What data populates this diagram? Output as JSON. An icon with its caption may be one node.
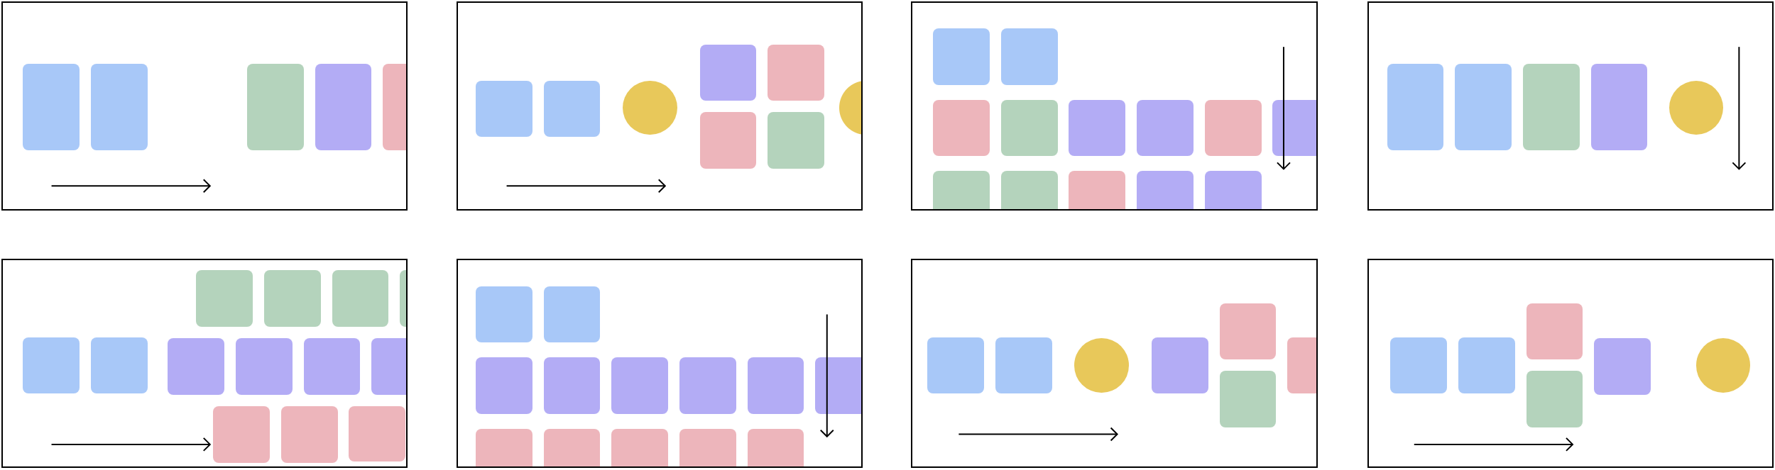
{
  "diagram": {
    "nodes": [
      {
        "text": [],
        "shape": "box"
      },
      {
        "text": [],
        "shape": "box",
        "in": 0
      },
      {
        "text": [],
        "shape": "box",
        "in": 0
      },
      {
        "text": [],
        "shape": "box",
        "in": 0
      },
      {
        "text": [],
        "shape": "box",
        "in": 0
      },
      {
        "text": [],
        "shape": "box",
        "in": 0
      },
      {
        "text": [],
        "shape": "box"
      },
      {
        "text": [],
        "shape": "box",
        "in": 6
      },
      {
        "text": [],
        "shape": "box",
        "in": 6
      },
      {
        "text": [],
        "shape": "circle",
        "in": 6
      },
      {
        "text": [],
        "shape": "box",
        "in": 6
      },
      {
        "text": [],
        "shape": "box",
        "in": 6
      },
      {
        "text": [],
        "shape": "box",
        "in": 6
      },
      {
        "text": [],
        "shape": "box",
        "in": 6
      },
      {
        "text": [],
        "shape": "circle",
        "in": 6
      },
      {
        "text": [],
        "shape": "box"
      },
      {
        "text": [],
        "shape": "box",
        "in": 15
      },
      {
        "text": [],
        "shape": "box",
        "in": 15
      },
      {
        "text": [],
        "shape": "box",
        "in": 15
      },
      {
        "text": [],
        "shape": "box",
        "in": 15
      },
      {
        "text": [],
        "shape": "box",
        "in": 15
      },
      {
        "text": [],
        "shape": "box",
        "in": 15
      },
      {
        "text": [],
        "shape": "box",
        "in": 15
      },
      {
        "text": [],
        "shape": "box",
        "in": 15
      },
      {
        "text": [],
        "shape": "box",
        "in": 15
      },
      {
        "text": [],
        "shape": "box",
        "in": 15
      },
      {
        "text": [],
        "shape": "box",
        "in": 15
      },
      {
        "text": [],
        "shape": "box",
        "in": 15
      },
      {
        "text": [],
        "shape": "box",
        "in": 15
      },
      {
        "text": [],
        "shape": "box"
      },
      {
        "text": [],
        "shape": "box",
        "in": 29
      },
      {
        "text": [],
        "shape": "box",
        "in": 29
      },
      {
        "text": [],
        "shape": "box",
        "in": 29
      },
      {
        "text": [],
        "shape": "box",
        "in": 29
      },
      {
        "text": [],
        "shape": "circle",
        "in": 29
      },
      {
        "text": [],
        "shape": "box"
      },
      {
        "text": [],
        "shape": "box",
        "in": 35
      },
      {
        "text": [],
        "shape": "box",
        "in": 35
      },
      {
        "text": [],
        "shape": "box",
        "in": 35
      },
      {
        "text": [],
        "shape": "box",
        "in": 35
      },
      {
        "text": [],
        "shape": "box",
        "in": 35
      },
      {
        "text": [],
        "shape": "box",
        "in": 35
      },
      {
        "text": [],
        "shape": "box",
        "in": 35
      },
      {
        "text": [],
        "shape": "box",
        "in": 35
      },
      {
        "text": [],
        "shape": "box",
        "in": 35
      },
      {
        "text": [],
        "shape": "box",
        "in": 35
      },
      {
        "text": [],
        "shape": "box",
        "in": 35
      },
      {
        "text": [],
        "shape": "box",
        "in": 35
      },
      {
        "text": [],
        "shape": "box",
        "in": 35
      },
      {
        "text": [],
        "shape": "box"
      },
      {
        "text": [],
        "shape": "box",
        "in": 49
      },
      {
        "text": [],
        "shape": "box",
        "in": 49
      },
      {
        "text": [],
        "shape": "box",
        "in": 49
      },
      {
        "text": [],
        "shape": "box",
        "in": 49
      },
      {
        "text": [],
        "shape": "box",
        "in": 49
      },
      {
        "text": [],
        "shape": "box",
        "in": 49
      },
      {
        "text": [],
        "shape": "box",
        "in": 49
      },
      {
        "text": [],
        "shape": "box",
        "in": 49
      },
      {
        "text": [],
        "shape": "box",
        "in": 49
      },
      {
        "text": [],
        "shape": "box",
        "in": 49
      },
      {
        "text": [],
        "shape": "box",
        "in": 49
      },
      {
        "text": [],
        "shape": "box",
        "in": 49
      },
      {
        "text": [],
        "shape": "box",
        "in": 49
      },
      {
        "text": [],
        "shape": "box"
      },
      {
        "text": [],
        "shape": "box",
        "in": 63
      },
      {
        "text": [],
        "shape": "box",
        "in": 63
      },
      {
        "text": [],
        "shape": "circle",
        "in": 63
      },
      {
        "text": [],
        "shape": "box",
        "in": 63
      },
      {
        "text": [],
        "shape": "box",
        "in": 63
      },
      {
        "text": [],
        "shape": "box",
        "in": 63
      },
      {
        "text": [],
        "shape": "box",
        "in": 63
      },
      {
        "text": [],
        "shape": "box"
      },
      {
        "text": [],
        "shape": "box",
        "in": 71
      },
      {
        "text": [],
        "shape": "box",
        "in": 71
      },
      {
        "text": [],
        "shape": "box",
        "in": 71
      },
      {
        "text": [],
        "shape": "box",
        "in": 71
      },
      {
        "text": [],
        "shape": "box",
        "in": 71
      },
      {
        "text": [],
        "shape": "circle",
        "in": 71
      }
    ]
  }
}
